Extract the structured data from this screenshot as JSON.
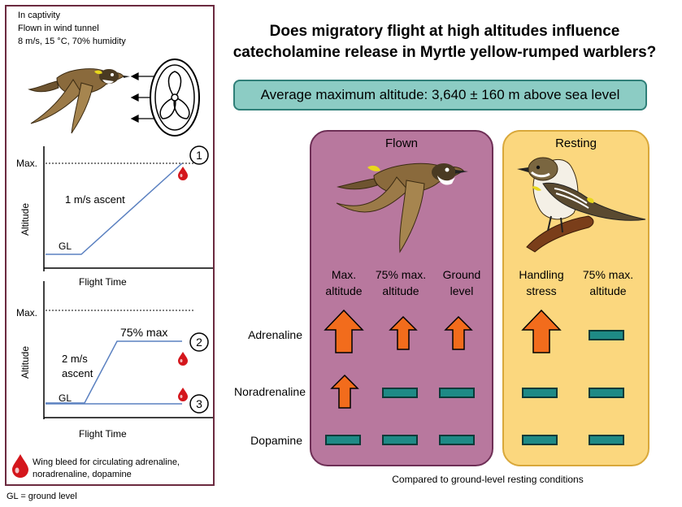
{
  "title_line1": "Does migratory flight at high altitudes influence",
  "title_line2": "catecholamine release in Myrtle yellow-rumped warblers?",
  "altitude_banner": "Average maximum altitude: 3,640 ± 160 m above sea level",
  "left_panel": {
    "line1": "In captivity",
    "line2": "Flown in wind tunnel",
    "line3": "8 m/s, 15 °C, 70% humidity",
    "graph1": {
      "max_label": "Max.",
      "y_label": "Altitude",
      "x_label": "Flight Time",
      "gl_label": "GL",
      "ascent_label": "1 m/s ascent",
      "marker": "1"
    },
    "graph2": {
      "max_label": "Max.",
      "y_label": "Altitude",
      "x_label": "Flight Time",
      "gl_label": "GL",
      "ascent_line1": "2 m/s",
      "ascent_line2": "ascent",
      "plateau_label": "75% max",
      "marker_a": "2",
      "marker_b": "3"
    },
    "bleed_line1": "Wing bleed for circulating adrenaline,",
    "bleed_line2": "noradrenaline, dopamine"
  },
  "gl_definition": "GL = ground level",
  "flown": {
    "heading": "Flown",
    "conditions": [
      {
        "line1": "Max.",
        "line2": "altitude"
      },
      {
        "line1": "75% max.",
        "line2": "altitude"
      },
      {
        "line1": "Ground",
        "line2": "level"
      }
    ]
  },
  "resting": {
    "heading": "Resting",
    "conditions": [
      {
        "line1": "Handling",
        "line2": "stress"
      },
      {
        "line1": "75% max.",
        "line2": "altitude"
      }
    ]
  },
  "row_labels": [
    "Adrenaline",
    "Noradrenaline",
    "Dopamine"
  ],
  "results": {
    "adrenaline": [
      "large-increase",
      "increase",
      "increase",
      "large-increase",
      "no-change"
    ],
    "noradrenaline": [
      "increase",
      "no-change",
      "no-change",
      "no-change",
      "no-change"
    ],
    "dopamine": [
      "no-change",
      "no-change",
      "no-change",
      "no-change",
      "no-change"
    ]
  },
  "footnote": "Compared to ground-level resting conditions",
  "colors": {
    "flown_panel": "#b8789e",
    "resting_panel": "#fbd77e",
    "increase_arrow": "#f26c1c",
    "no_change_bar": "#1e8a86",
    "banner": "#8cccc4",
    "blood_drop": "#d4161c"
  }
}
